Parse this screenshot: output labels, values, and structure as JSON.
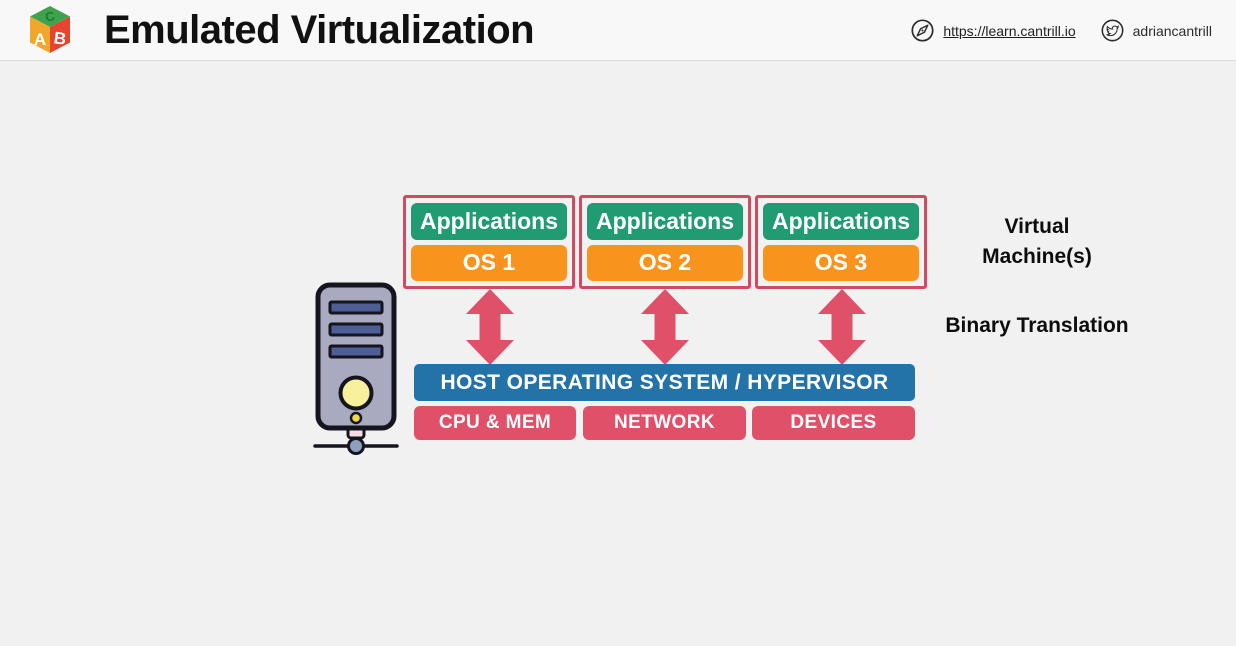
{
  "header": {
    "title": "Emulated Virtualization",
    "site_link": "https://learn.cantrill.io",
    "twitter_handle": "adriancantrill",
    "logo_letters": {
      "top": "C",
      "left": "A",
      "right": "B"
    }
  },
  "icons": {
    "logo": "alphabet-block-icon",
    "site": "compass-icon",
    "social": "twitter-icon",
    "machine": "server-icon",
    "link": "double-arrow-icon"
  },
  "diagram": {
    "vms": [
      {
        "app_label": "Applications",
        "os_label": "OS 1"
      },
      {
        "app_label": "Applications",
        "os_label": "OS 2"
      },
      {
        "app_label": "Applications",
        "os_label": "OS 3"
      }
    ],
    "vm_caption": "Virtual\nMachine(s)",
    "translation_caption": "Binary Translation",
    "host_bar": "HOST OPERATING SYSTEM / HYPERVISOR",
    "resources": [
      "CPU & MEM",
      "NETWORK",
      "DEVICES"
    ]
  },
  "colors": {
    "green": "#219c72",
    "orange": "#f8941e",
    "blue": "#2473a8",
    "pink": "#e05169",
    "crimson": "#d04b60",
    "header_bg": "#f8f8f8",
    "canvas_bg": "#f2f1f1",
    "text_dark": "#111111"
  }
}
